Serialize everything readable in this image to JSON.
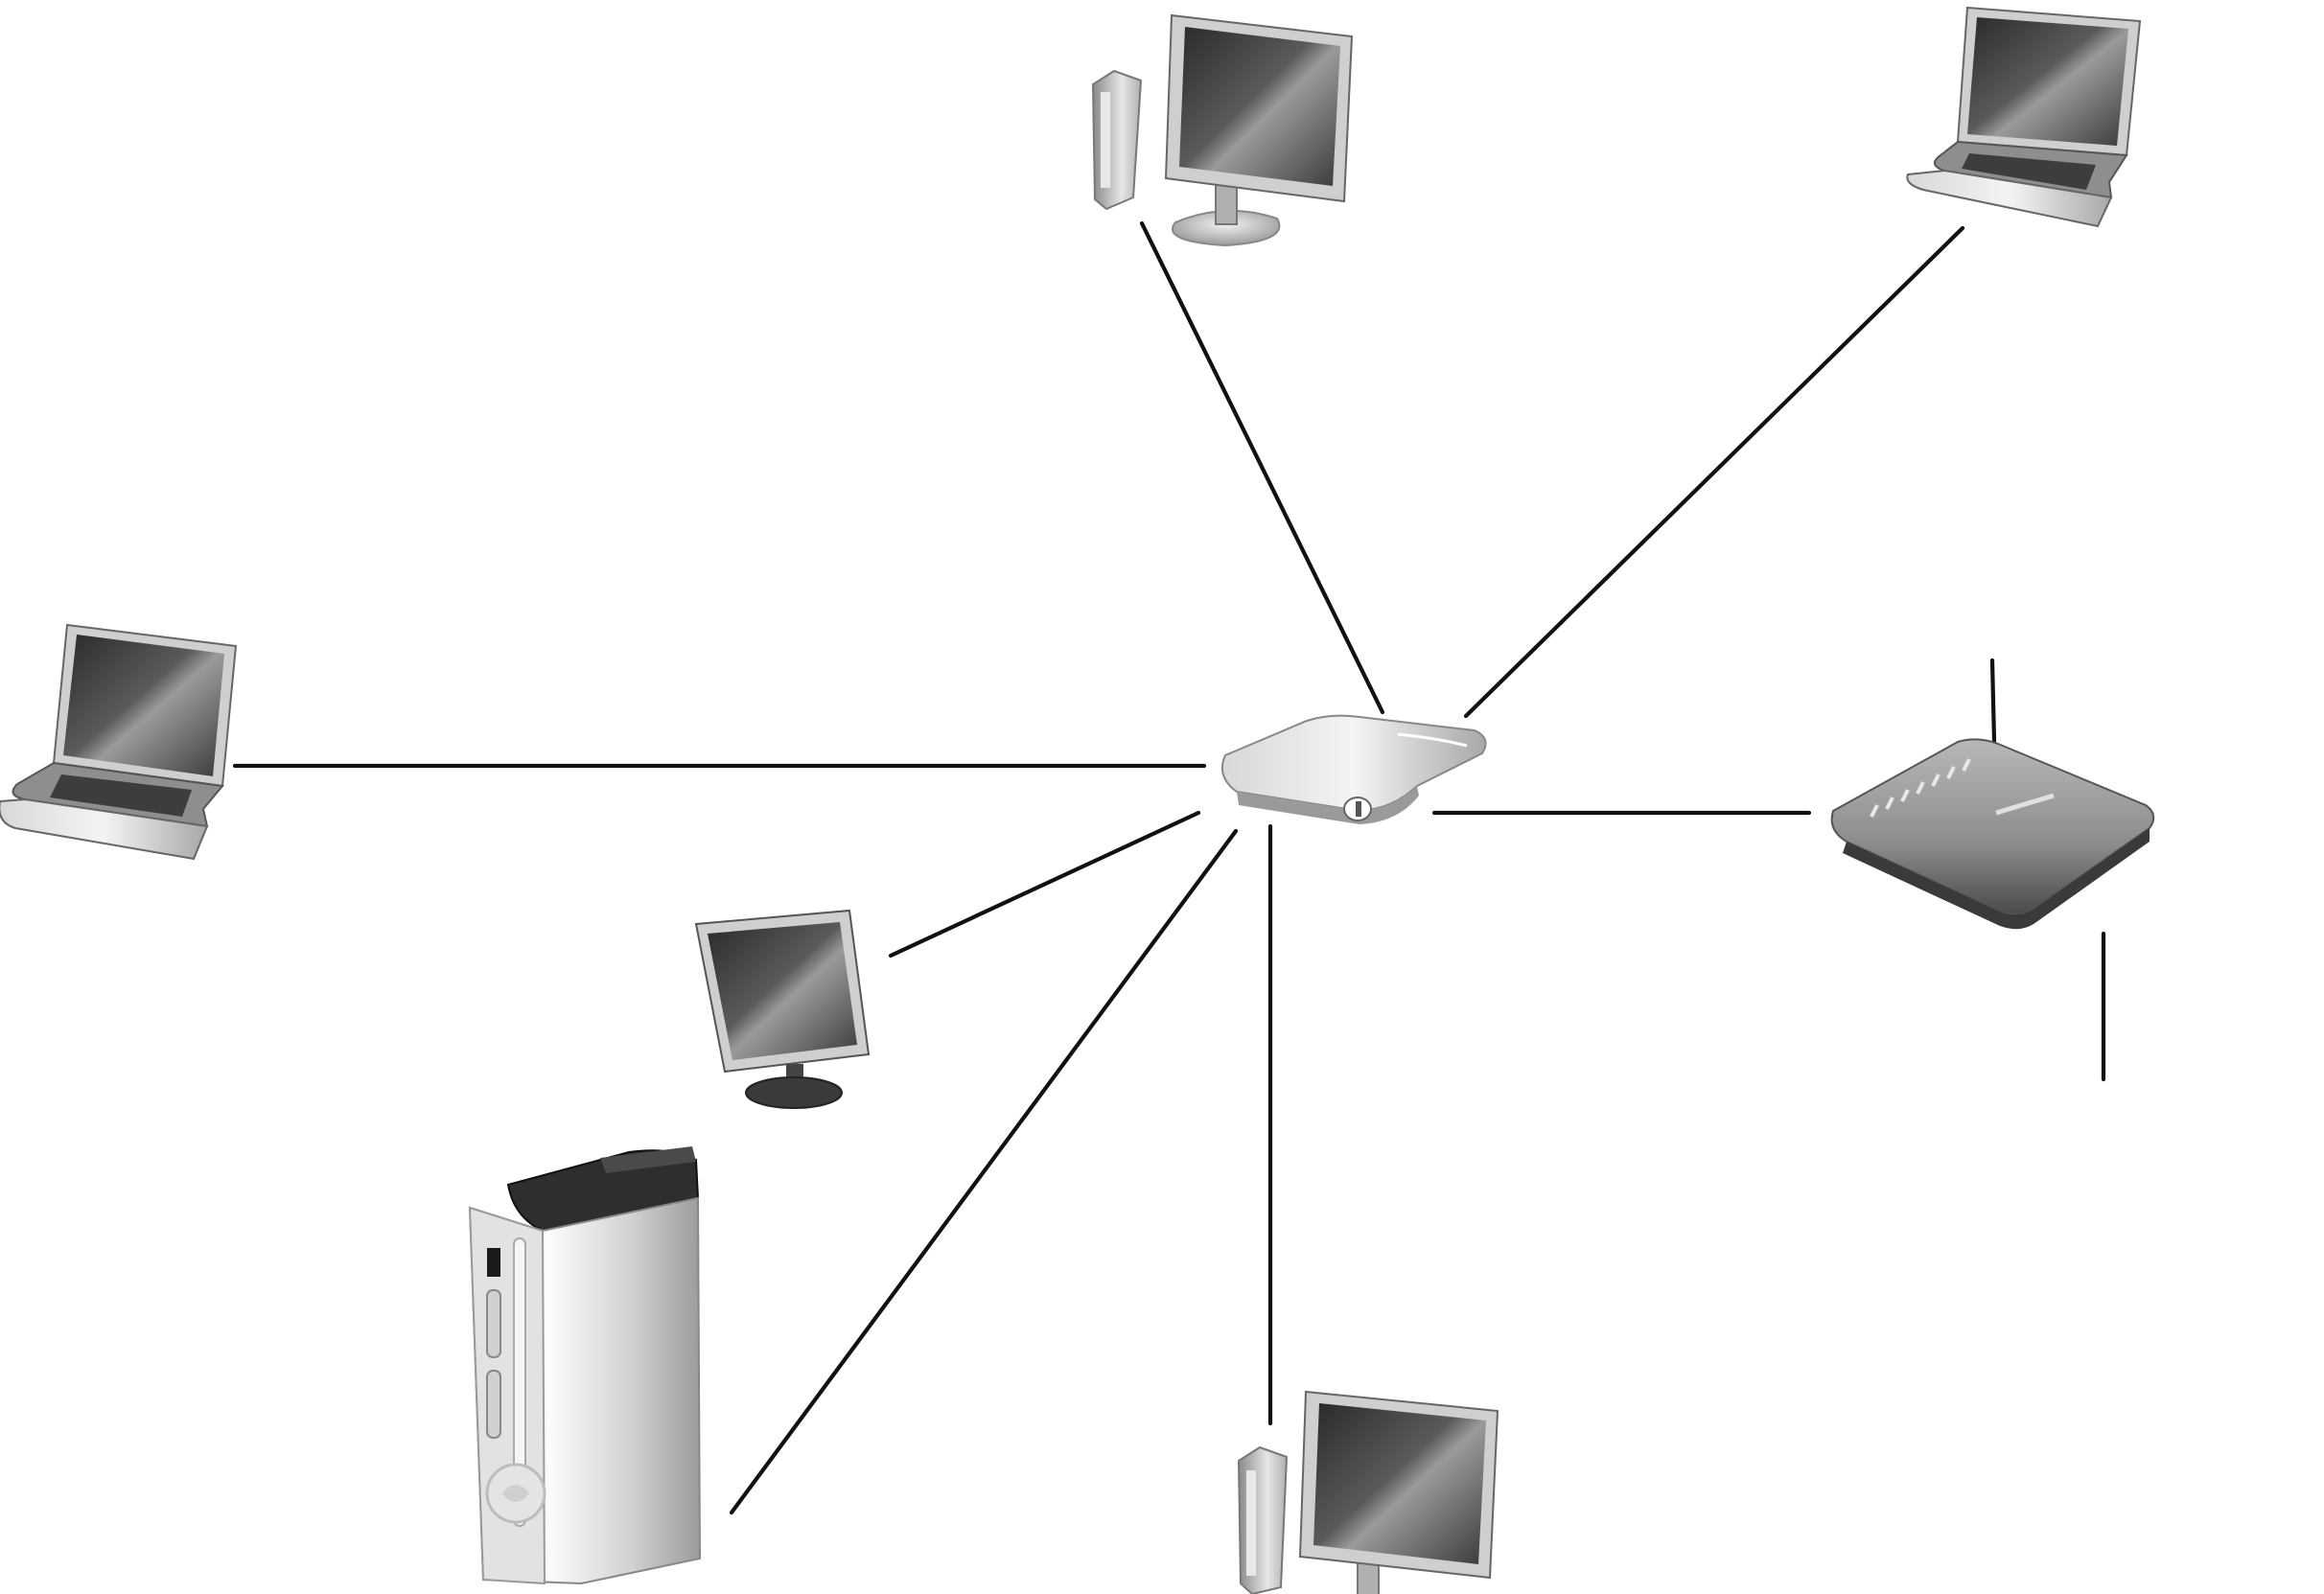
{
  "diagram": {
    "type": "network-star-topology",
    "hub": {
      "device": "switch-hub"
    },
    "nodes": [
      {
        "id": "tower-pc-top",
        "device": "desktop-tower"
      },
      {
        "id": "laptop-top-right",
        "device": "laptop"
      },
      {
        "id": "laptop-left",
        "device": "laptop"
      },
      {
        "id": "router",
        "device": "wireless-router"
      },
      {
        "id": "monitor-small",
        "device": "flat-monitor"
      },
      {
        "id": "game-console",
        "device": "game-console"
      },
      {
        "id": "tower-pc-bottom",
        "device": "desktop-tower"
      }
    ],
    "connections": [
      {
        "from": "hub",
        "to": "tower-pc-top"
      },
      {
        "from": "hub",
        "to": "laptop-top-right"
      },
      {
        "from": "hub",
        "to": "laptop-left"
      },
      {
        "from": "hub",
        "to": "router"
      },
      {
        "from": "hub",
        "to": "monitor-small"
      },
      {
        "from": "hub",
        "to": "game-console"
      },
      {
        "from": "hub",
        "to": "tower-pc-bottom"
      },
      {
        "from": "router",
        "to": "external-uplink"
      }
    ],
    "colors": {
      "line": "#111111",
      "background": "#ffffff"
    }
  }
}
